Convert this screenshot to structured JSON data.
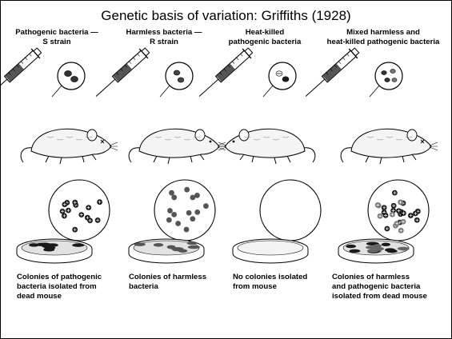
{
  "title": "Genetic basis of variation: Griffiths (1928)",
  "columns": [
    {
      "header": [
        "Pathogenic bacteria —",
        "S strain"
      ],
      "caption": [
        "Colonies of pathogenic",
        "bacteria isolated from",
        "dead mouse"
      ],
      "mouse_state": "dead",
      "dish_colonies": "pathogenic",
      "bacteria_shown": "pathogenic"
    },
    {
      "header": [
        "Harmless bacteria —",
        "R strain"
      ],
      "caption": [
        "Colonies of harmless",
        "bacteria"
      ],
      "mouse_state": "alive",
      "dish_colonies": "harmless",
      "bacteria_shown": "harmless"
    },
    {
      "header": [
        "Heat-killed",
        "pathogenic bacteria"
      ],
      "caption": [
        "No colonies isolated",
        "from mouse"
      ],
      "mouse_state": "alive",
      "dish_colonies": "none",
      "bacteria_shown": "heat-killed"
    },
    {
      "header": [
        "Mixed harmless and",
        "heat-killed pathogenic bacteria"
      ],
      "caption": [
        "Colonies of harmless",
        "and pathogenic bacteria",
        "isolated from dead mouse"
      ],
      "mouse_state": "dead",
      "dish_colonies": "mixed",
      "bacteria_shown": "mixed"
    }
  ],
  "colors": {
    "ink": "#000000",
    "dish_fill": "#ffffff",
    "colony_dark": "#1a1a1a",
    "colony_gray": "#8a8a8a",
    "mouse_fill": "#f4f4f4"
  },
  "icons": [
    "syringe-icon",
    "mouse-icon",
    "petri-dish-icon",
    "magnified-plate-icon"
  ]
}
